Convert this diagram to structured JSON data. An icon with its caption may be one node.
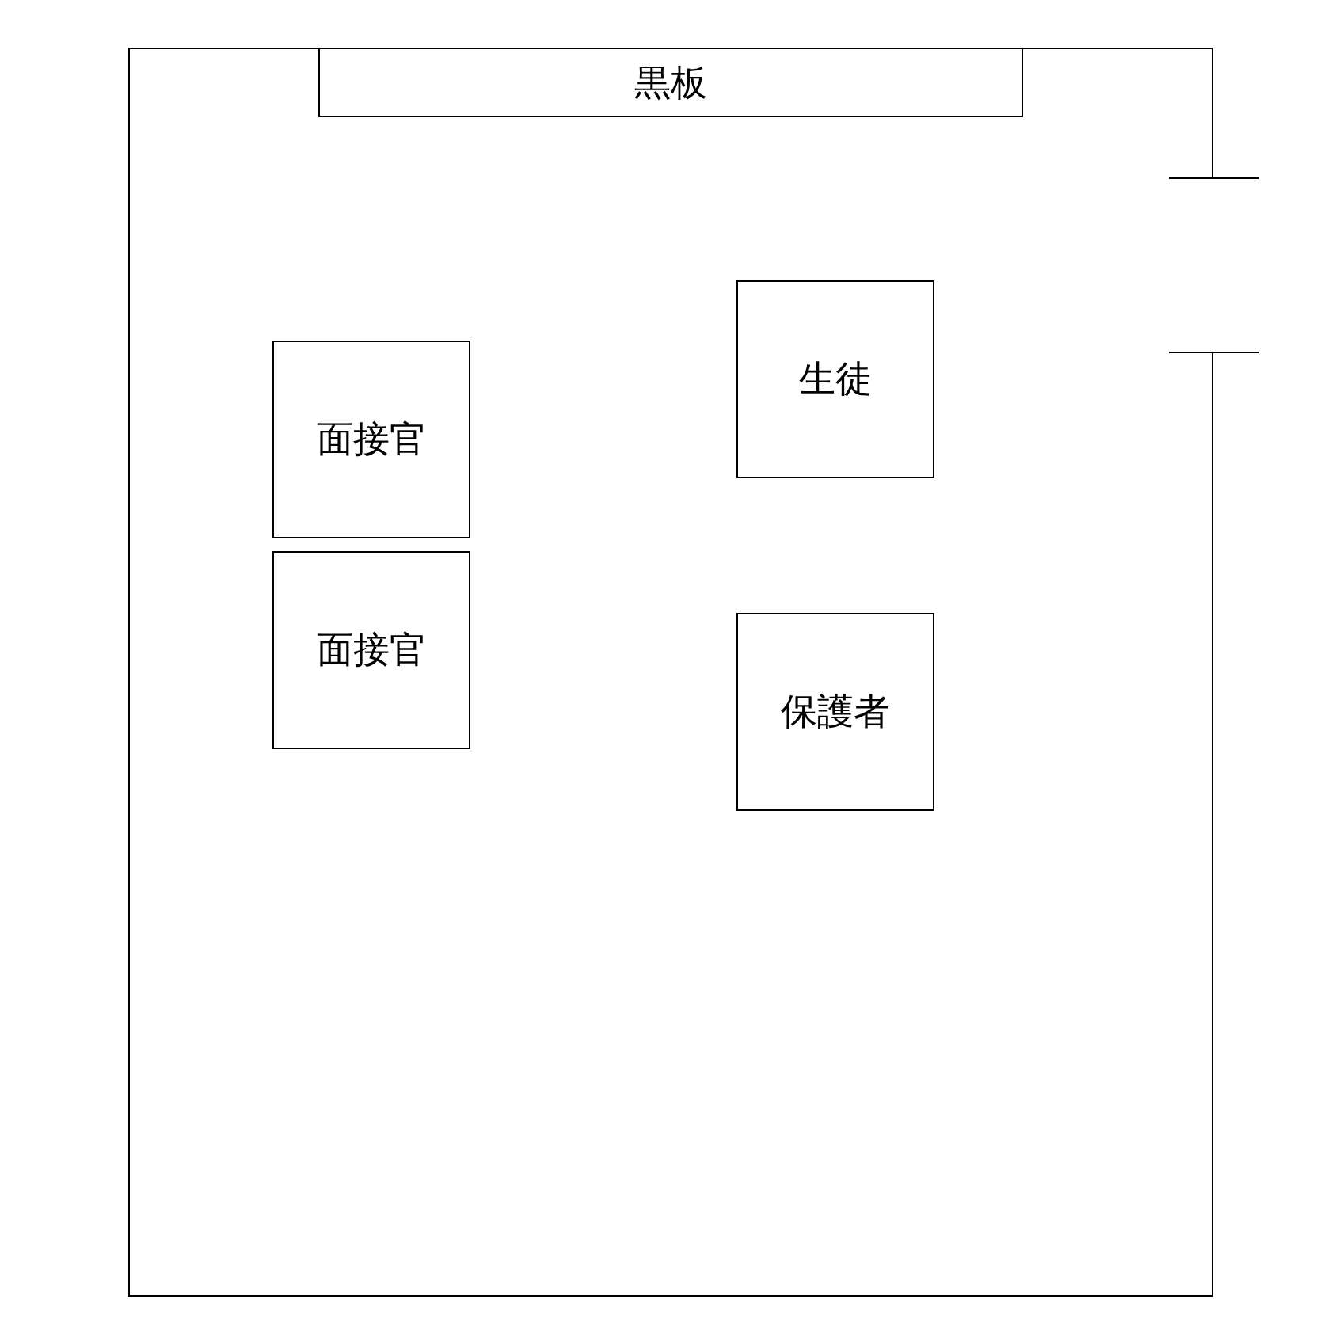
{
  "diagram": {
    "nodes": [
      {
        "text": [],
        "shape": "box"
      },
      {
        "text": [
          "黒板"
        ],
        "in": 0
      },
      {
        "text": [
          "生徒"
        ],
        "in": 0
      },
      {
        "text": [
          "面接官"
        ],
        "in": 0
      },
      {
        "text": [
          "面接官"
        ],
        "in": 0
      },
      {
        "text": [
          "保護者"
        ],
        "in": 0
      }
    ]
  }
}
